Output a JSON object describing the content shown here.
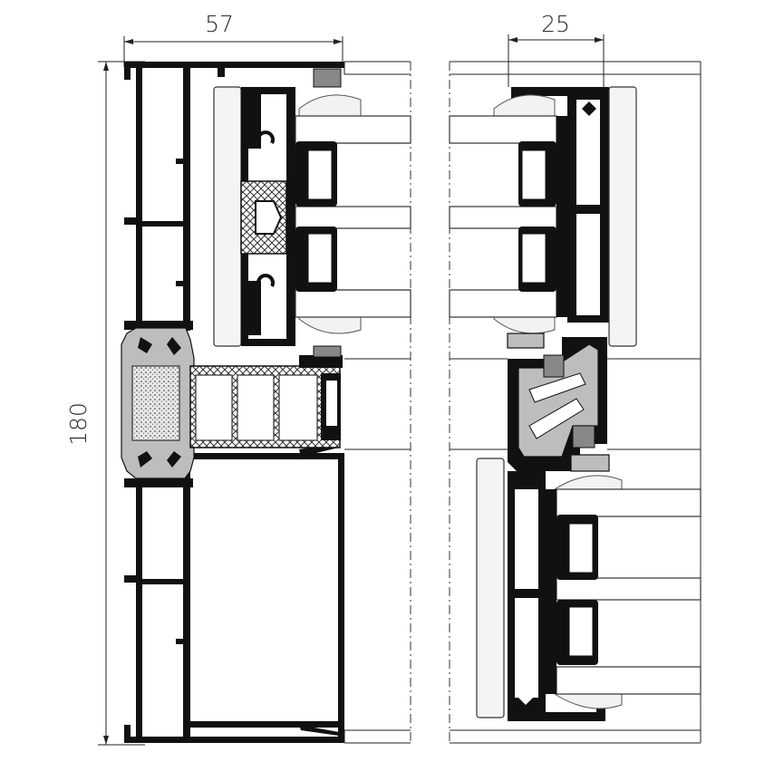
{
  "dimensions": {
    "top_left": "57",
    "top_right": "25",
    "left_vertical": "180"
  },
  "colors": {
    "profile": "#111111",
    "insulation": "#bdbdbd",
    "line": "#222222",
    "background": "#ffffff"
  }
}
